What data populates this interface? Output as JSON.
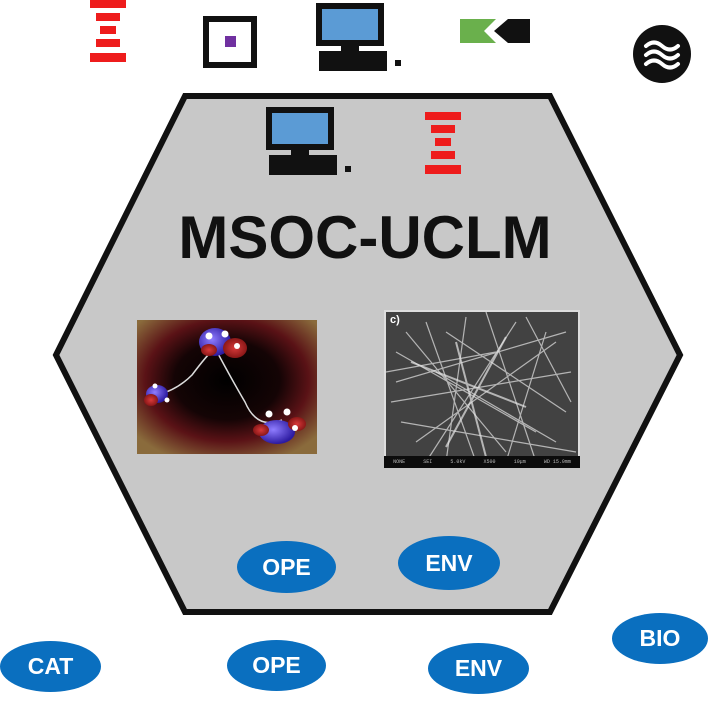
{
  "title": "MSOC-UCLM",
  "colors": {
    "hexagon_fill": "#c8c8c8",
    "hexagon_stroke": "#111111",
    "pill_blue": "#0a6fbf",
    "bar_red": "#ee1c1c",
    "monitor_blue": "#5b9bd5",
    "arrow_green": "#6ab04c"
  },
  "icons": {
    "top": [
      "red-bars-icon",
      "square-target-icon",
      "computer-icon",
      "green-arrow-icon",
      "waves-icon"
    ],
    "inner": [
      "computer-icon",
      "red-bars-icon"
    ]
  },
  "inner_buttons": {
    "ope": "OPE",
    "env": "ENV"
  },
  "bottom_buttons": {
    "cat": "CAT",
    "ope": "OPE",
    "env": "ENV",
    "bio": "BIO"
  },
  "micrograph": {
    "panel_label": "c)",
    "footer": [
      "NONE",
      "SEI",
      "5.0kV",
      "X500",
      "10μm",
      "WD 15.0mm"
    ]
  }
}
